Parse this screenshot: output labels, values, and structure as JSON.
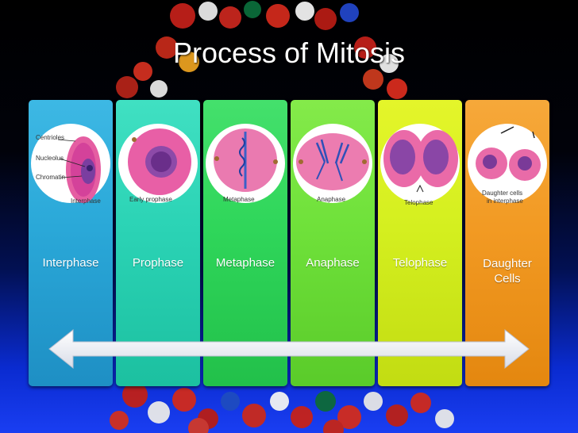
{
  "slide": {
    "title": "Process of Mitosis",
    "stages": [
      {
        "label": "Interphase",
        "color": "#2aa8d8",
        "image_captions": [
          "Centrioles",
          "Nucleolus",
          "Chromatin",
          "Interphase"
        ]
      },
      {
        "label": "Prophase",
        "color": "#2bd3b5",
        "image_captions": [
          "Early prophase"
        ]
      },
      {
        "label": "Metaphase",
        "color": "#2fd65a",
        "image_captions": [
          "Metaphase"
        ]
      },
      {
        "label": "Anaphase",
        "color": "#6fe13a",
        "image_captions": [
          "Anaphase"
        ]
      },
      {
        "label": "Telophase",
        "color": "#d4ef1f",
        "image_captions": [
          "Telophase"
        ]
      },
      {
        "label": "Daughter Cells",
        "color": "#f29a23",
        "image_captions": [
          "Daughter cells",
          "in interphase"
        ]
      }
    ]
  }
}
